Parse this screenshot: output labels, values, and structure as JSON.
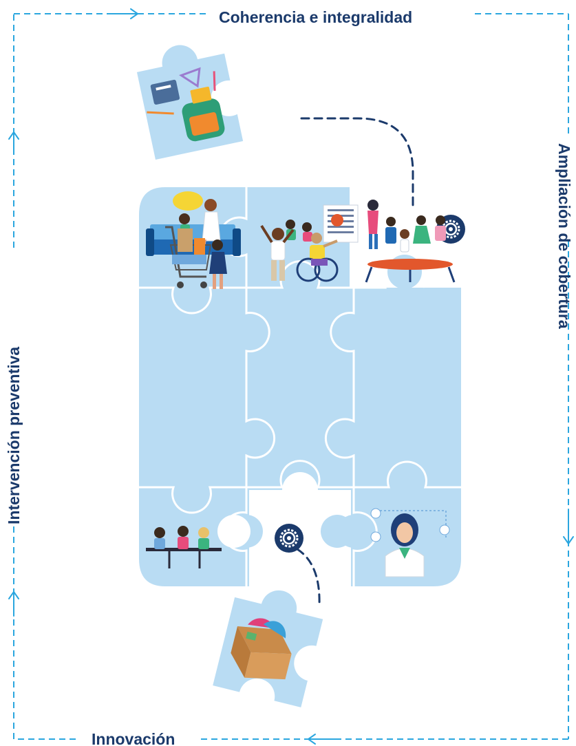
{
  "labels": {
    "top": "Coherencia e integralidad",
    "right": "Ampliación de cobertura",
    "bottom": "Innovación",
    "left": "Intervención preventiva"
  },
  "colors": {
    "navy": "#1b3a6b",
    "puzzle": "#b9dcf3",
    "puzzle_line": "#ffffff",
    "frame": "#2aa6df"
  },
  "pieces": [
    {
      "name": "school-supplies",
      "illustration": "backpack-books-ruler-icon"
    },
    {
      "name": "therapy-session",
      "illustration": "sofa-child-therapist-icon"
    },
    {
      "name": "learning-letters",
      "illustration": "children-alphabet-board-icon"
    },
    {
      "name": "groceries",
      "illustration": "shopping-cart-child-icon"
    },
    {
      "name": "inclusive-play",
      "illustration": "wheelchair-ball-children-icon"
    },
    {
      "name": "trampoline",
      "illustration": "children-jumping-trampoline-icon"
    },
    {
      "name": "shared-meal",
      "illustration": "children-at-table-icon"
    },
    {
      "name": "medical-care",
      "illustration": "doctor-icon"
    },
    {
      "name": "donation-box",
      "illustration": "clothes-box-icon"
    }
  ],
  "gear_icons": [
    "gear-icon-top",
    "gear-icon-bottom"
  ]
}
